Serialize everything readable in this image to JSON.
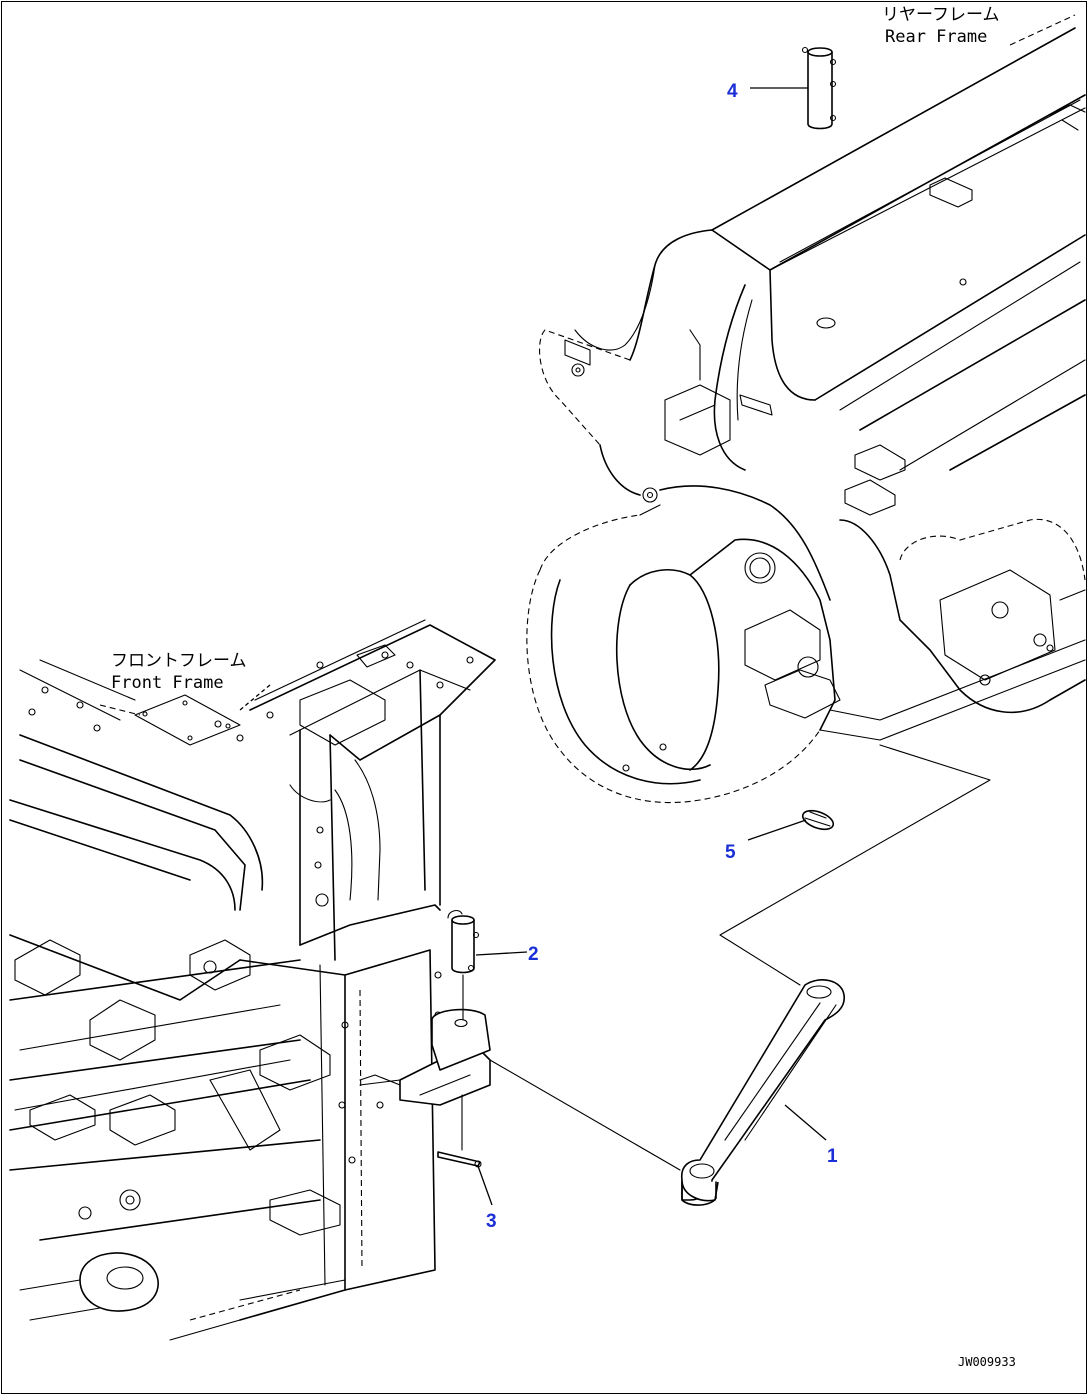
{
  "frame_labels": {
    "rear_jp": "リヤーフレーム",
    "rear_en": "Rear Frame",
    "front_jp": "フロントフレーム",
    "front_en": "Front Frame"
  },
  "callouts": {
    "c1": "1",
    "c2": "2",
    "c3": "3",
    "c4": "4",
    "c5": "5"
  },
  "drawing_code": "JW009933"
}
